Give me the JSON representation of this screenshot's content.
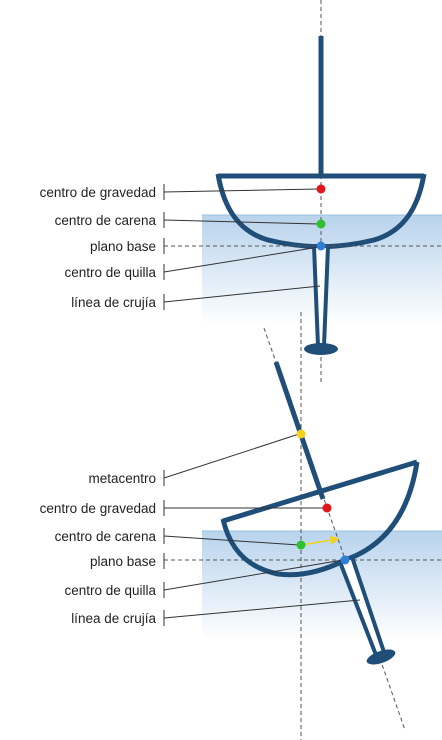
{
  "colors": {
    "hull": "#1f4e79",
    "water_top": "#b8d3ec",
    "water_bottom": "#ffffff",
    "gravity_point": "#e0161a",
    "buoyancy_point": "#2fbf2f",
    "keel_point": "#2f7fd6",
    "metacenter_point": "#f2d21b",
    "leader_line": "#333333",
    "dashed_line": "#555555"
  },
  "upright": {
    "labels": {
      "gravity": "centro de gravedad",
      "buoyancy": "centro de carena",
      "baseline": "plano base",
      "keel": "centro de quilla",
      "centerline": "línea de crujía"
    }
  },
  "heeled": {
    "labels": {
      "metacenter": "metacentro",
      "gravity": "centro de gravedad",
      "buoyancy": "centro de carena",
      "baseline": "plano base",
      "keel": "centro de quilla",
      "centerline": "línea de crujía"
    }
  }
}
